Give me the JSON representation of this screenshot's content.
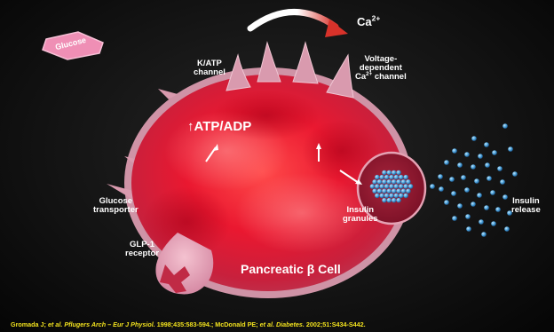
{
  "labels": {
    "glucose": "Glucose",
    "calcium": "Ca",
    "calcium_sup": "2+",
    "katp": [
      "K/ATP",
      "channel"
    ],
    "voltage_line1": "Voltage-",
    "voltage_line2": "dependent",
    "voltage_line3_prefix": "Ca",
    "voltage_line3_sup": "2+",
    "voltage_line3_suffix": " channel",
    "atp_adp": "↑ATP/ADP",
    "glucose_transporter": [
      "Glucose",
      "transporter"
    ],
    "glp1": [
      "GLP-1",
      "receptor"
    ],
    "granules": [
      "Insulin",
      "granules"
    ],
    "insulin_release": [
      "Insulin",
      "release"
    ],
    "cell": "Pancreatic β Cell"
  },
  "citation": {
    "part1": "Gromada J; ",
    "part2": "et al. Pflugers Arch – Eur J Physiol.",
    "part3": " 1998;435:583-594.; McDonald PE; ",
    "part4": "et al. Diabetes.",
    "part5": " 2002;51:S434-S442."
  },
  "colors": {
    "background": "#141414",
    "cell_red": "#e8102a",
    "membrane_pink": "#d99aae",
    "glucose_pink": "#ef8fb5",
    "granule_blue": "#4aa0d8",
    "arrow_red": "#d8322a",
    "citation_yellow": "#f2e21e"
  }
}
